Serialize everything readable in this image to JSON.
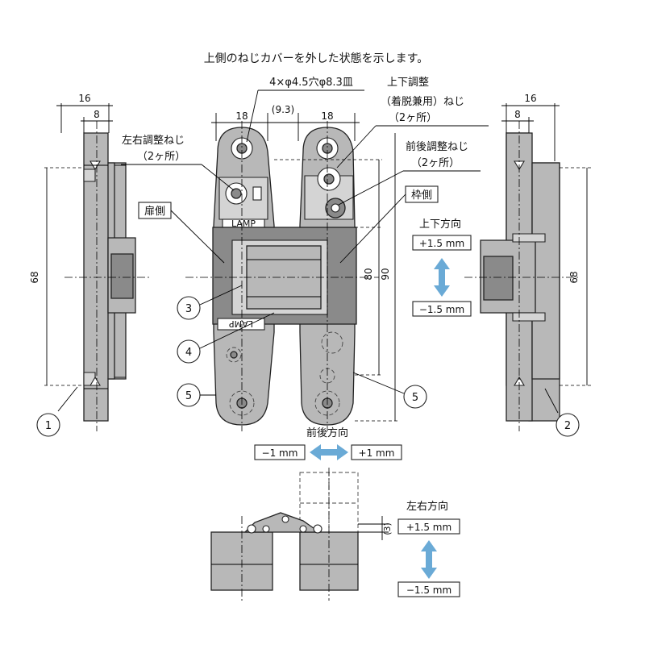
{
  "caption": "上側のねじカバーを外した状態を示します。",
  "dims": {
    "width_16": "16",
    "width_8": "8",
    "width_18_left": "18",
    "width_18_right": "18",
    "gap_9_3": "(9.3)",
    "height_68_left": "68",
    "height_68_right": "68",
    "height_80": "80",
    "height_90": "90",
    "offset_3": "(3)"
  },
  "labels": {
    "holes": "4×φ4.5穴φ8.3皿",
    "updown_screw_1": "上下調整",
    "updown_screw_2": "（着脱兼用）ねじ",
    "updown_screw_3": "（2ヶ所）",
    "lr_screw_1": "左右調整ねじ",
    "lr_screw_2": "（2ヶ所）",
    "fb_screw_1": "前後調整ねじ",
    "fb_screw_2": "（2ヶ所）",
    "door_side": "扉側",
    "frame_side": "枠側",
    "brand": "LAMP"
  },
  "callouts": {
    "c1": "1",
    "c2": "2",
    "c3": "3",
    "c4": "4",
    "c5a": "5",
    "c5b": "5"
  },
  "adjust": {
    "updown_title": "上下方向",
    "updown_plus": "+1.5 mm",
    "updown_minus": "−1.5 mm",
    "fb_title": "前後方向",
    "fb_minus": "−1 mm",
    "fb_plus": "+1 mm",
    "lr_title": "左右方向",
    "lr_plus": "+1.5 mm",
    "lr_minus": "−1.5 mm"
  },
  "colors": {
    "arrow": "#6aaad6",
    "part": "#b8b8b8"
  }
}
